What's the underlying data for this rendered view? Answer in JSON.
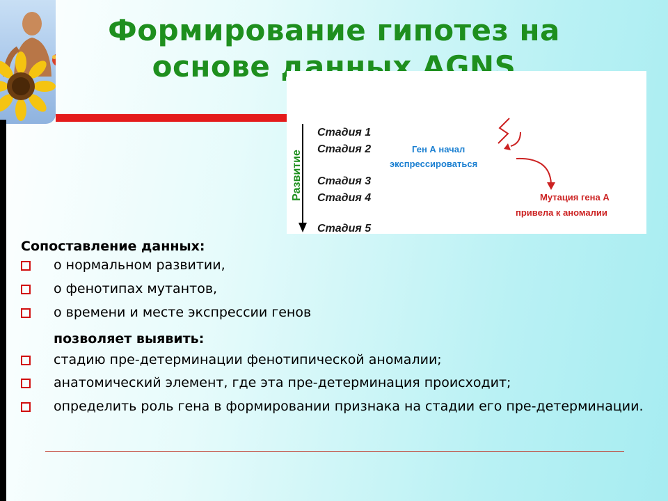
{
  "slide": {
    "title": "Формирование гипотез на основе данных AGNS",
    "diagram": {
      "axis_label": "Развитие",
      "stages": [
        "Стадия 1",
        "Стадия 2",
        "Стадия 3",
        "Стадия 4",
        "Стадия 5"
      ],
      "gene_expression_label_line1": "Ген А начал",
      "gene_expression_label_line2": "экспрессироваться",
      "mutation_label_line1": "Мутация гена А",
      "mutation_label_line2": "привела к аномалии",
      "colors": {
        "stages": "#1a1a1a",
        "gene_label": "#1a7fd1",
        "mutation_label": "#cc2222",
        "axis_label": "#1e8f1e"
      }
    },
    "body": {
      "heading": "Сопоставление данных:",
      "items_group1": [
        "о нормальном развитии,",
        "о фенотипах мутантов,",
        "о времени и месте экспрессии генов"
      ],
      "subheading": "позволяет выявить:",
      "items_group2": [
        "стадию пре-детерминации фенотипической аномалии;",
        "анатомический элемент, где эта пре-детерминация происходит;",
        "определить роль гена в формировании признака на стадии его пре-детерминации."
      ]
    },
    "colors": {
      "title": "#1e8f1e",
      "bullet": "#d10f0f",
      "accent_bar": "#e41b1b"
    }
  }
}
